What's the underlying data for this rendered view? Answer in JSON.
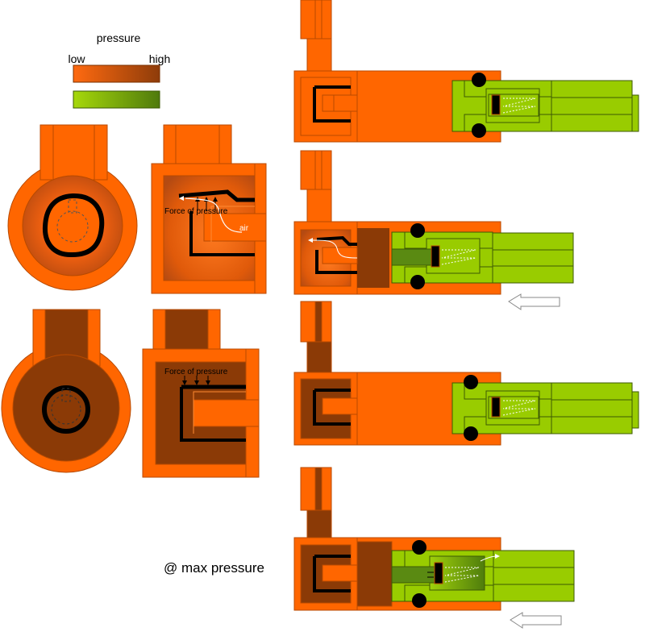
{
  "legend": {
    "title": "pressure",
    "low_label": "low",
    "high_label": "high"
  },
  "labels": {
    "force_of_pressure_1": "Force of pressure",
    "force_of_pressure_2": "Force of pressure",
    "air": "air",
    "max_pressure": "@ max pressure"
  },
  "colors": {
    "housing_orange": "#ff6600",
    "housing_stroke": "#c24a00",
    "high_pressure_brown": "#8b3a06",
    "valve_green": "#99cc00",
    "valve_green_dark": "#4a7a0a",
    "seal_black": "#000000",
    "spring_white": "#ffffff"
  }
}
